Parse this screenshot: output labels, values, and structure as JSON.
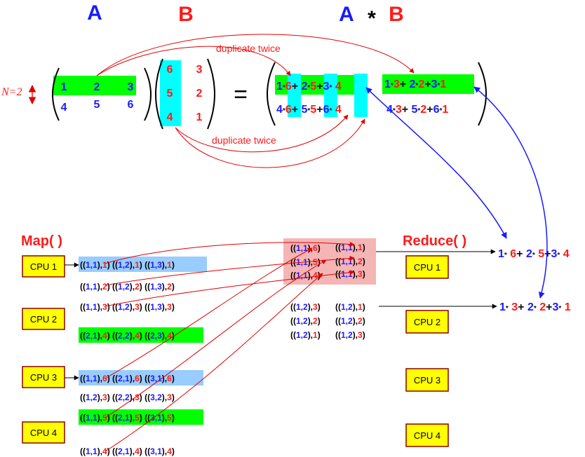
{
  "titles": {
    "a": "A",
    "b": "B",
    "ab_a": "A",
    "ab_star": "*",
    "ab_b": "B"
  },
  "n_label": "N=2",
  "notes": {
    "dup_top": "duplicate twice",
    "dup_bottom": "duplicate twice"
  },
  "matrix_a": {
    "row1": [
      "1",
      "2",
      "3"
    ],
    "row2": [
      "4",
      "5",
      "6"
    ]
  },
  "matrix_b": {
    "col1": [
      "6",
      "5",
      "4"
    ],
    "col2": [
      "3",
      "2",
      "1"
    ]
  },
  "equals": "=",
  "sections": {
    "map": "Map( )",
    "reduce": "Reduce( )"
  },
  "cpus": {
    "map": [
      "CPU 1",
      "CPU 2",
      "CPU 3",
      "CPU 4"
    ],
    "reduce": [
      "CPU 1",
      "CPU 2",
      "CPU 3",
      "CPU 4"
    ]
  },
  "colors": {
    "blue": "#1a1aff",
    "red": "#ff1a1a",
    "green": "#00ff00",
    "cyan": "#00ffff",
    "lightblue": "#99ccff",
    "pink": "#f5b5b5",
    "cpu_fill": "#ffff00",
    "cpu_border": "#8b0000"
  },
  "icons": [
    "double-arrow-icon",
    "arrow-icon"
  ]
}
